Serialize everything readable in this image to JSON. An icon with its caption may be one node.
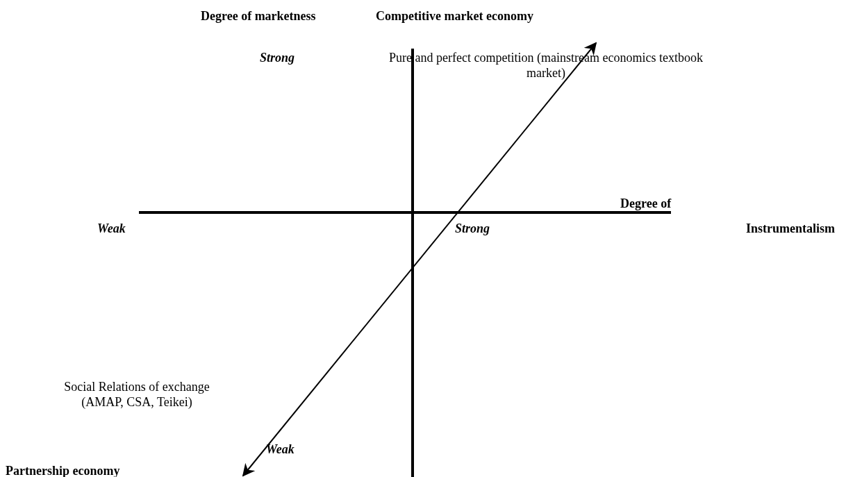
{
  "diagram": {
    "labels": [
      "Degree of marketness",
      "Competitive market economy",
      "Strong",
      "Pure and perfect competition (mainstream economics textbook market)",
      "Degree of",
      "Instrumentalism",
      "Weak",
      "Strong",
      "Social Relations of exchange (AMAP, CSA, Teikei)",
      "Weak",
      "Partnership economy"
    ]
  }
}
